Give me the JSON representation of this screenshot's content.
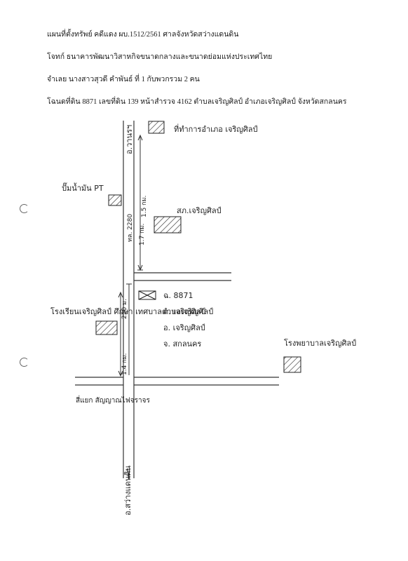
{
  "header": {
    "line1": "แผนที่ตั้งทรัพย์ คดีแดง ผบ.1512/2561  ศาลจังหวัดสว่างแดนดิน",
    "line2": "โจทก์  ธนาคารพัฒนาวิสาหกิจขนาดกลางและขนาดย่อมแห่งประเทศไทย",
    "line3": "จำเลย นางสาวสุวดี  คำพันธ์  ที่ 1 กับพวกรวม  2 คน",
    "line4": "โฉนดที่ดิน 8871 เลขที่ดิน 139 หน้าสำรวจ 4162 ตำบลเจริญศิลป์ อำเภอเจริญศิลป์ จังหวัดสกลนคร"
  },
  "map": {
    "road_label_north": "อ.วานรฯ",
    "road_label_south": "อ.สว่างแดนดิน",
    "road_number": "ทล. 2280",
    "dist_upper": "1.5 กม.",
    "dist_right": "1.7 กม.",
    "dist_lower": "1.4 กม.",
    "dist_mid": "250 ม.",
    "poi_market": "ที่ทำการอำเภอ เจริญศิลป์",
    "poi_pt": "ปั๊มน้ำมัน PT",
    "poi_district": "สภ.เจริญศิลป์",
    "poi_hospital": "โรงพยาบาลเจริญศิลป์",
    "poi_school": "โรงเรียนเจริญศิลป์ ศึกษา เทศบาลตำบลเจริญศิลป์",
    "poi_intersection": "สี่แยก สัญญาณไฟจราจร",
    "parcel_label": [
      "ฉ. 8871",
      "ต. เจริญศิลป์",
      "อ. เจริญศิลป์",
      "จ. สกลนคร"
    ]
  }
}
